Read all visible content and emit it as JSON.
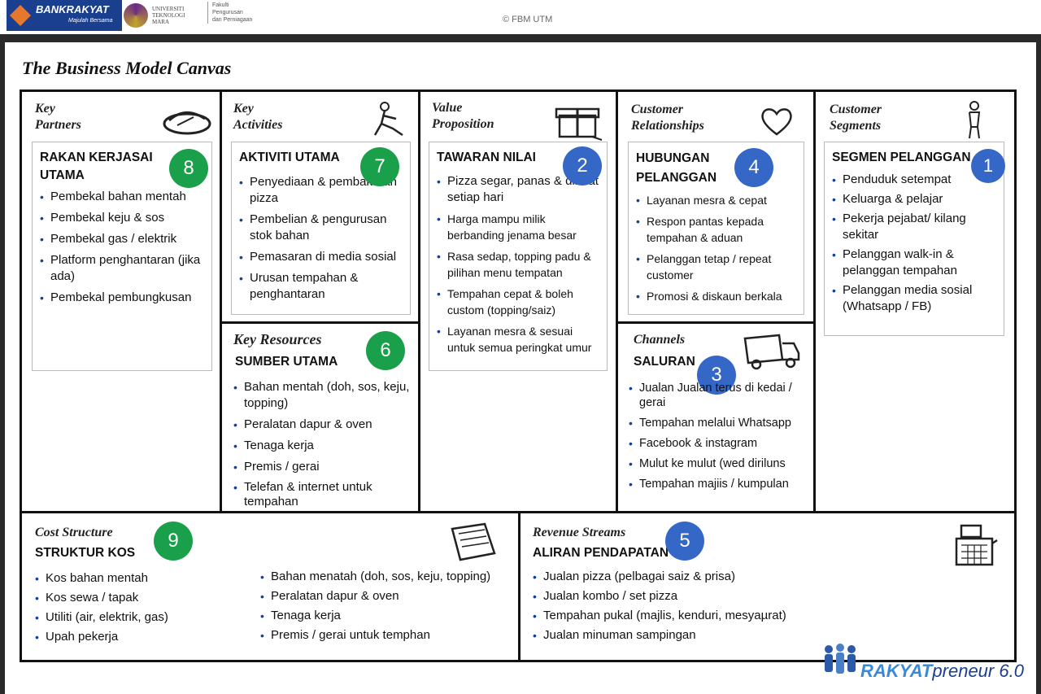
{
  "header": {
    "bank_name": "BANKRAKYAT",
    "bank_tagline": "Majulah Bersama",
    "uitm_name": "UNIVERSITI TEKNOLOGI MARA",
    "fakulti": [
      "Fakulti",
      "Pengurusan",
      "dan Perniagaan"
    ],
    "copyright": "© FBM UTM"
  },
  "title": "The Business Model Canvas",
  "blocks": {
    "key_partners": {
      "header": "Key Partners",
      "title": "RAKAN KERJASAI UTAMA",
      "number": "8",
      "items": [
        "Pembekal bahan mentah",
        "Pembekal keju & sos",
        "Pembekal gas / elektrik",
        "Platform penghantaran (jika ada)",
        "Pembekal pembungkusan"
      ]
    },
    "key_activities": {
      "header": "Key Activities",
      "title": "AKTIVITI UTAMA",
      "number": "7",
      "items": [
        "Penyediaan & pembakaran pizza",
        "Pembelian & pengurusan stok bahan",
        "Pemasaran di media sosial",
        "Urusan tempahan & penghantaran"
      ]
    },
    "key_resources": {
      "header": "Key Resources",
      "title": "SUMBER UTAMA",
      "number": "6",
      "items": [
        "Bahan mentah (doh, sos, keju, topping)",
        "Peralatan dapur & oven",
        "Tenaga kerja",
        "Premis / gerai",
        "Telefan & internet untuk tempahan"
      ]
    },
    "value_proposition": {
      "header": "Value Proposition",
      "title": "TAWARAN NILAI",
      "number": "2",
      "items": [
        "Pizza segar, panas & dibuat setiap hari",
        "Harga mampu milik berbanding jenama besar",
        "Rasa sedap, topping padu & pilihan menu tempatan",
        "Tempahan cepat & boleh custom (topping/saiz)",
        "Layanan mesra & sesuai untuk semua peringkat umur"
      ]
    },
    "customer_relationships": {
      "header": "Customer Relationships",
      "title": "HUBUNGAN PELANGGAN",
      "number": "4",
      "items": [
        "Layanan mesra & cepat",
        "Respon pantas kepada tempahan & aduan",
        "Pelanggan tetap / repeat customer",
        "Promosi & diskaun berkala"
      ]
    },
    "channels": {
      "header": "Channels",
      "title": "SALURAN",
      "number": "3",
      "items": [
        "Jualan Jualan terus di kedai / gerai",
        "Tempahan melalui Whatsapp",
        "Facebook & instagram",
        "Mulut ke mulut (wed diriluns",
        "Tempahan majiis / kumpulan"
      ]
    },
    "customer_segments": {
      "header": "Customer Segments",
      "title": "SEGMEN PELANGGAN",
      "number": "1",
      "items": [
        "Penduduk setempat",
        "Keluarga & pelajar",
        "Pekerja pejabat/ kilang sekitar",
        "Pelanggan walk-in & pelanggan tempahan",
        "Pelanggan media sosial (Whatsapp / FB)"
      ]
    },
    "cost_structure": {
      "header": "Cost Structure",
      "title": "STRUKTUR KOS",
      "number": "9",
      "items_left": [
        "Kos bahan mentah",
        "Kos sewa / tapak",
        "Utiliti (air, elektrik, gas)",
        "Upah pekerja"
      ],
      "items_right": [
        "Bahan menatah (doh, sos, keju, topping)",
        "Peralatan dapur & oven",
        "Tenaga kerja",
        "Premis / gerai untuk temphan"
      ]
    },
    "revenue_streams": {
      "header": "Revenue Streams",
      "title": "ALIRAN PENDAPATAN",
      "number": "5",
      "items": [
        "Jualan pizza (pelbagai saiz & prisa)",
        "Jualan kombo / set pizza",
        "Tempahan pukal (majlis, kenduri, mesyaµrat)",
        "Jualan minuman sampingan"
      ]
    }
  },
  "footer": {
    "brand_bold": "RAKYAT",
    "brand_rest": "preneur 6.0"
  }
}
